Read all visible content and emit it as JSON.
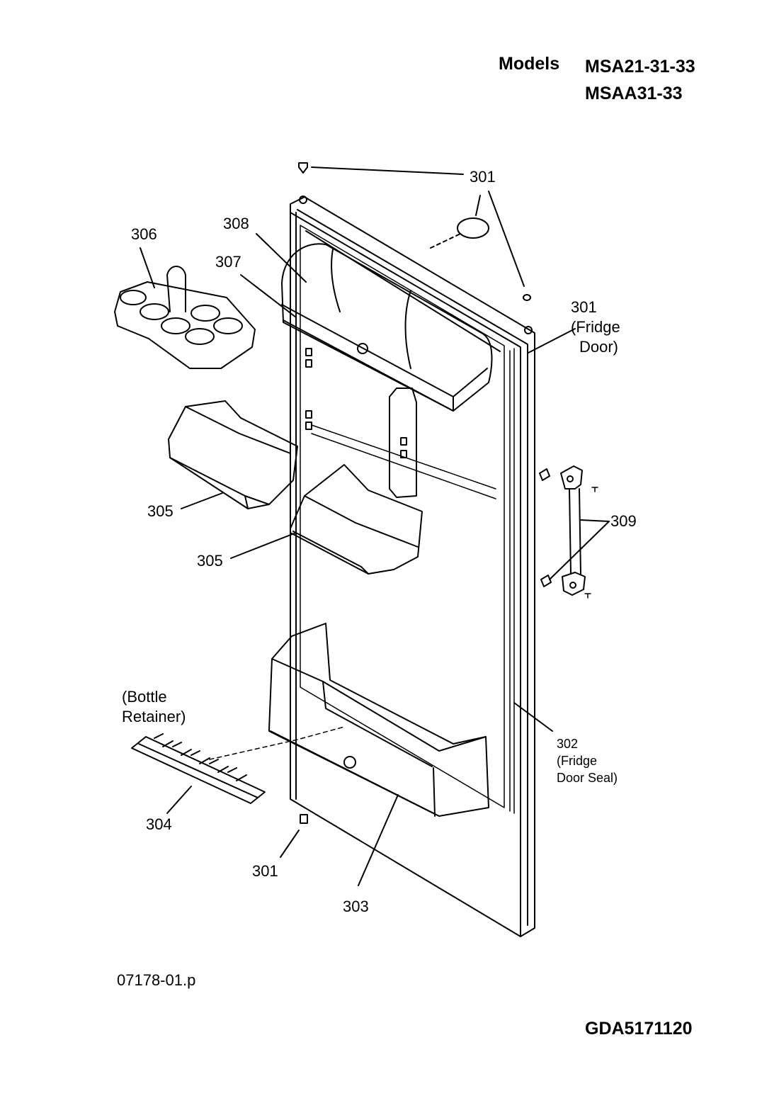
{
  "header": {
    "models_label": "Models",
    "model_line_1": "MSA21-31-33",
    "model_line_2": "MSAA31-33"
  },
  "callouts": {
    "c301_top": "301",
    "c301_door_num": "301",
    "c301_door_l1": "(Fridge",
    "c301_door_l2": "Door)",
    "c301_bottom": "301",
    "c302_num": "302",
    "c302_l1": "(Fridge",
    "c302_l2": "Door Seal)",
    "c303": "303",
    "c304": "304",
    "c304_l1": "(Bottle",
    "c304_l2": "Retainer)",
    "c305_upper": "305",
    "c305_lower": "305",
    "c306": "306",
    "c307": "307",
    "c308": "308",
    "c309": "309"
  },
  "footer": {
    "file_ref": "07178-01.p",
    "drawing_code": "GDA5171120"
  }
}
